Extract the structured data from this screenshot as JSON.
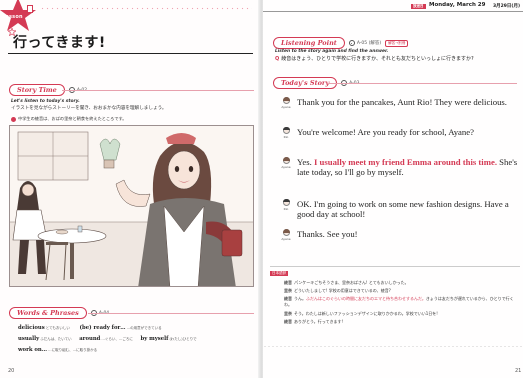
{
  "left_page": {
    "lesson_label": "Lesson",
    "title": "行ってきます!",
    "story_time": {
      "label": "Story Time",
      "audio_track": "A-02",
      "instruction_en": "Let's listen to today's story.",
      "instruction_jp": "イラストを見ながらストーリーを聞き、おおまかな内容を理解しましょう。",
      "hint": "中学生の綾音は、おばの里奈と朝食を終えたところです。"
    },
    "words_phrases": {
      "label": "Words & Phrases",
      "audio_track": "A-04",
      "rows": [
        [
          {
            "en": "delicious",
            "jp": "とてもおいしい"
          },
          {
            "en": "(be) ready for…",
            "jp": "…の用意ができている"
          }
        ],
        [
          {
            "en": "usually",
            "jp": "ふだんは、たいてい"
          },
          {
            "en": "around",
            "jp": "…ぐらい、…ごろに"
          },
          {
            "en": "by myself",
            "jp": "(わたし)ひとりで"
          }
        ],
        [
          {
            "en": "work on…",
            "jp": "…に取り組む、…に取り掛かる"
          }
        ]
      ]
    },
    "page_number": "20"
  },
  "right_page": {
    "date": {
      "badge": "放送日",
      "en": "Monday, March 29",
      "jp": "3月29日(月)"
    },
    "listening_point": {
      "label": "Listening Point",
      "audio_track": "A-05 (解答)",
      "badge": "解答→別冊",
      "instruction_en": "Listen to the story again and find the answer.",
      "question_num": "Q",
      "question_jp": "綾音はきょう、ひとりで学校に行きますか、それとも友だちといっしょに行きますか?"
    },
    "todays_story": {
      "label": "Today's Story",
      "audio_track": "A-03",
      "lines": [
        {
          "speaker": "Ayane",
          "pre": "Thank you for the pancakes, Aunt Rio! They were delicious.",
          "highlight": "",
          "post": ""
        },
        {
          "speaker": "Rio",
          "pre": "You're welcome! Are you ready for school, Ayane?",
          "highlight": "",
          "post": ""
        },
        {
          "speaker": "Ayane",
          "pre": "Yes. ",
          "highlight": "I usually meet my friend Emma around this time.",
          "post": " She's late today, so I'll go by myself."
        },
        {
          "speaker": "Rio",
          "pre": "OK. I'm going to work on some new fashion designs. Have a good day at school!",
          "highlight": "",
          "post": ""
        },
        {
          "speaker": "Ayane",
          "pre": "Thanks. See you!",
          "highlight": "",
          "post": ""
        }
      ]
    },
    "translation": {
      "tag": "日本語訳",
      "lines": [
        {
          "speaker": "綾音",
          "pre": "パンケーキごちそうさま、里奈おばさん! とてもおいしかった。",
          "highlight": "",
          "post": ""
        },
        {
          "speaker": "里奈",
          "pre": "どういたしまして! 学校の用意はできているの、綾音?",
          "highlight": "",
          "post": ""
        },
        {
          "speaker": "綾音",
          "pre": "うん。",
          "highlight": "ふだんはこのぐらいの時間に友だちのエマと待ち合わせするんだ。",
          "post": "きょうは友だちが遅れているから、ひとりで行くわ。"
        },
        {
          "speaker": "里奈",
          "pre": "そう。わたしは新しいファッションデザインに取りかかるわ。学校でいい1日を!",
          "highlight": "",
          "post": ""
        },
        {
          "speaker": "綾音",
          "pre": "ありがとう。行ってきます!",
          "highlight": "",
          "post": ""
        }
      ]
    },
    "page_number": "21"
  },
  "colors": {
    "accent": "#d43a54",
    "rule": "#e7a0ad",
    "text": "#222222"
  }
}
